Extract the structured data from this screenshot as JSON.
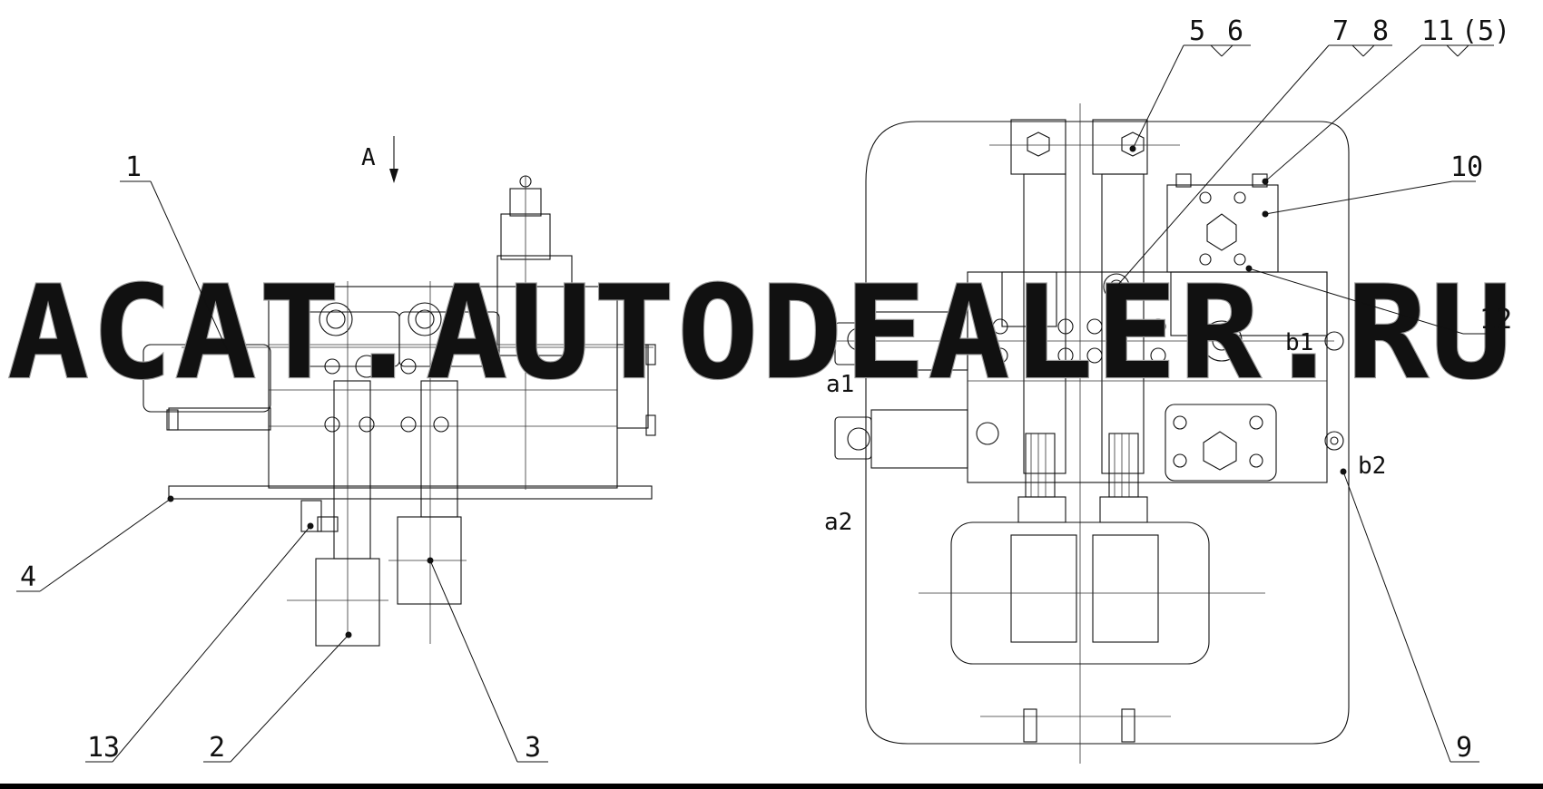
{
  "view_label": "A",
  "watermark": "ACAT.AUTODEALER.RU",
  "callouts": {
    "c1": "1",
    "c2": "2",
    "c3": "3",
    "c4": "4",
    "c5": "5",
    "c6": "6",
    "c7": "7",
    "c8": "8",
    "c9": "9",
    "c10": "10",
    "c11": "11",
    "c5p": "(5)",
    "c12": "12",
    "c13": "13"
  },
  "ports": {
    "a1": "a1",
    "a2": "a2",
    "b1": "b1",
    "b2": "b2"
  }
}
